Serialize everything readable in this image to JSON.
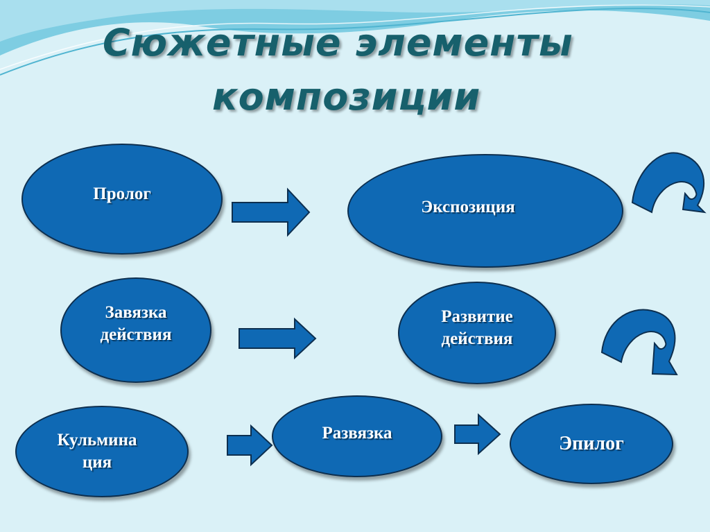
{
  "title": {
    "line1": "Сюжетные элементы",
    "line2": "композиции"
  },
  "colors": {
    "background": "#daf1f7",
    "title": "#17606c",
    "node_fill": "#0f69b4",
    "node_outline": "#0d2f4f",
    "wave": "#5fbfd8"
  },
  "nodes": {
    "prologue": "Пролог",
    "exposition": "Экспозиция",
    "setup": "Завязка\nдействия",
    "development": "Развитие\nдействия",
    "climax": "Кульмина\nция",
    "resolution": "Развязка",
    "epilogue": "Эпилог"
  },
  "connectors": [
    {
      "from": "prologue",
      "to": "exposition",
      "shape": "block-arrow"
    },
    {
      "from": "setup",
      "to": "development",
      "shape": "block-arrow"
    },
    {
      "from": "climax",
      "to": "resolution",
      "shape": "block-arrow"
    },
    {
      "from": "resolution",
      "to": "epilogue",
      "shape": "block-arrow"
    },
    {
      "from": "exposition",
      "to": "setup",
      "shape": "u-turn-arrow"
    },
    {
      "from": "development",
      "to": "climax",
      "shape": "u-turn-arrow"
    }
  ]
}
